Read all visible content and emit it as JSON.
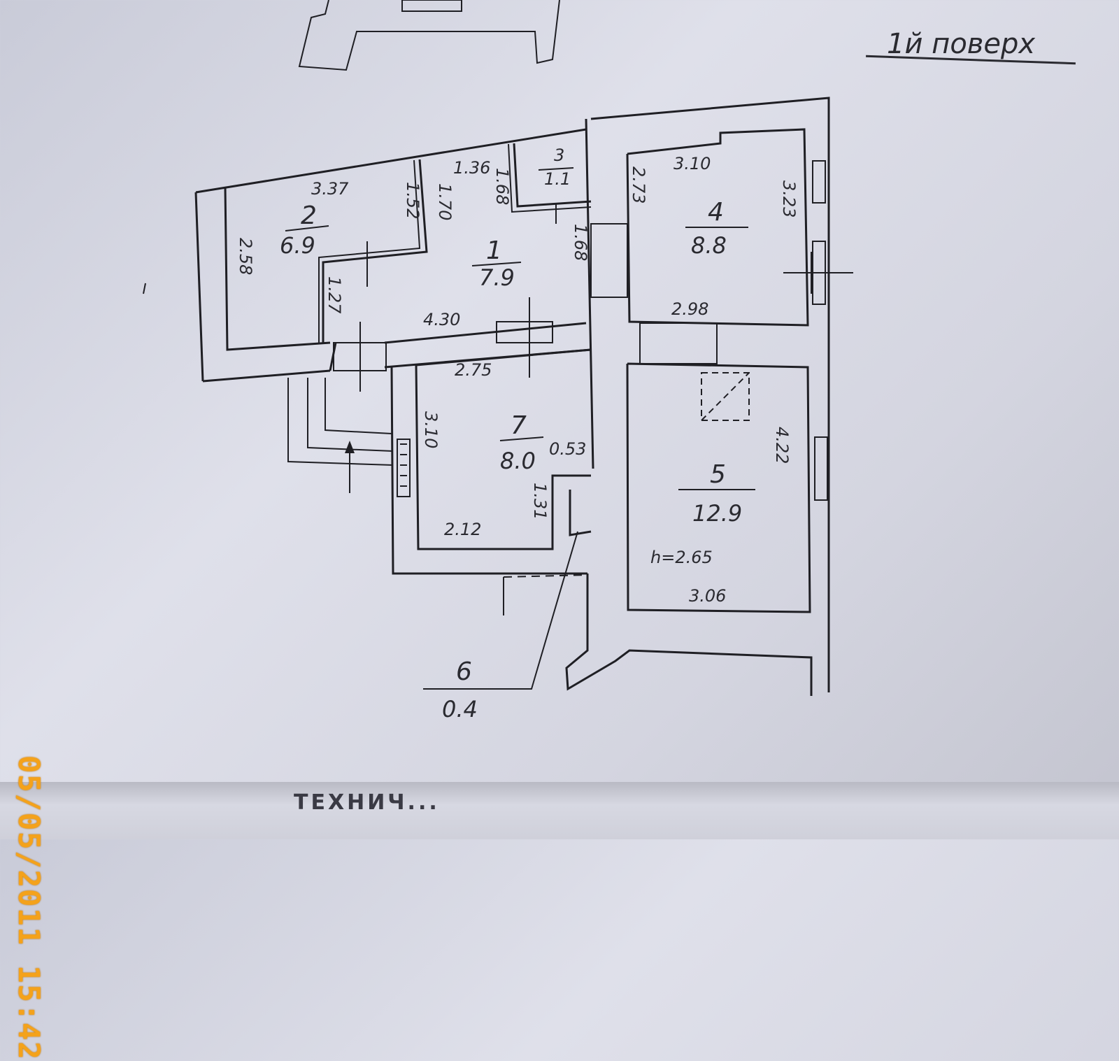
{
  "floor_label": "1й поверх",
  "timestamp": "05/05/2011 15:42",
  "footer_fragment": "ТЕХНИЧ...",
  "rooms": {
    "r1": {
      "num": "1",
      "area": "7.9"
    },
    "r2": {
      "num": "2",
      "area": "6.9"
    },
    "r3": {
      "num": "3",
      "area": "1.1"
    },
    "r4": {
      "num": "4",
      "area": "8.8"
    },
    "r5": {
      "num": "5",
      "area": "12.9",
      "height": "h=2.65"
    },
    "r6": {
      "num": "6",
      "area": "0.4"
    },
    "r7": {
      "num": "7",
      "area": "8.0"
    }
  },
  "dims": {
    "d337": "3.37",
    "d258": "2.58",
    "d152": "1.52",
    "d170": "1.70",
    "d136": "1.36",
    "d168a": "1.68",
    "d168b": "1.68",
    "d127": "1.27",
    "d430": "4.30",
    "d310a": "3.10",
    "d273": "2.73",
    "d323": "3.23",
    "d298": "2.98",
    "d275": "2.75",
    "d310b": "3.10",
    "d053": "0.53",
    "d131": "1.31",
    "d212": "2.12",
    "d422": "4.22",
    "d306": "3.06"
  }
}
